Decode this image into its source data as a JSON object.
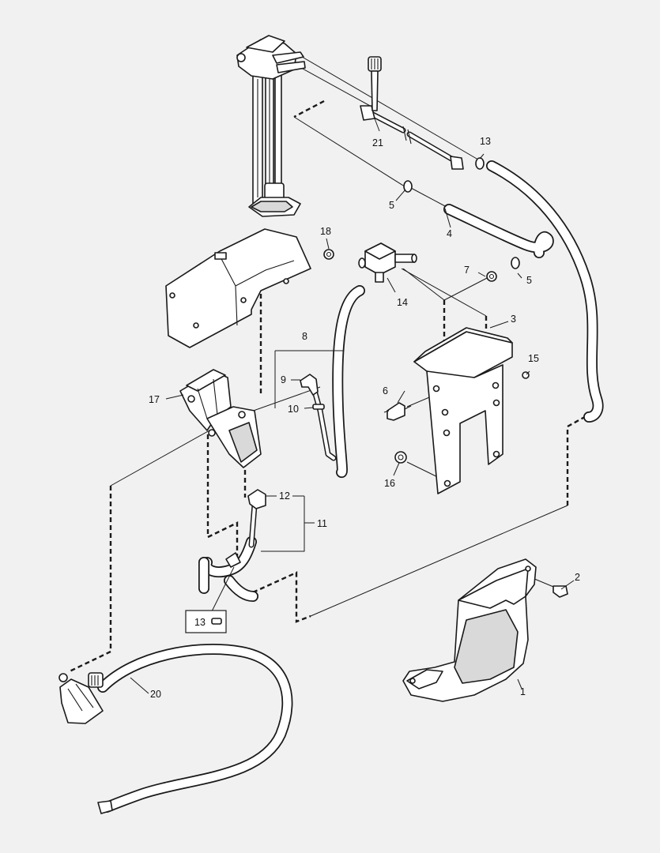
{
  "callouts": {
    "c1": "1",
    "c2": "2",
    "c3": "3",
    "c4": "4",
    "c5a": "5",
    "c5b": "5",
    "c6": "6",
    "c7": "7",
    "c8": "8",
    "c9": "9",
    "c10": "10",
    "c11": "11",
    "c12": "12",
    "c13a": "13",
    "c13b": "13",
    "c14": "14",
    "c15": "15",
    "c16": "16",
    "c17": "17",
    "c18": "18",
    "c20": "20",
    "c21": "21"
  }
}
